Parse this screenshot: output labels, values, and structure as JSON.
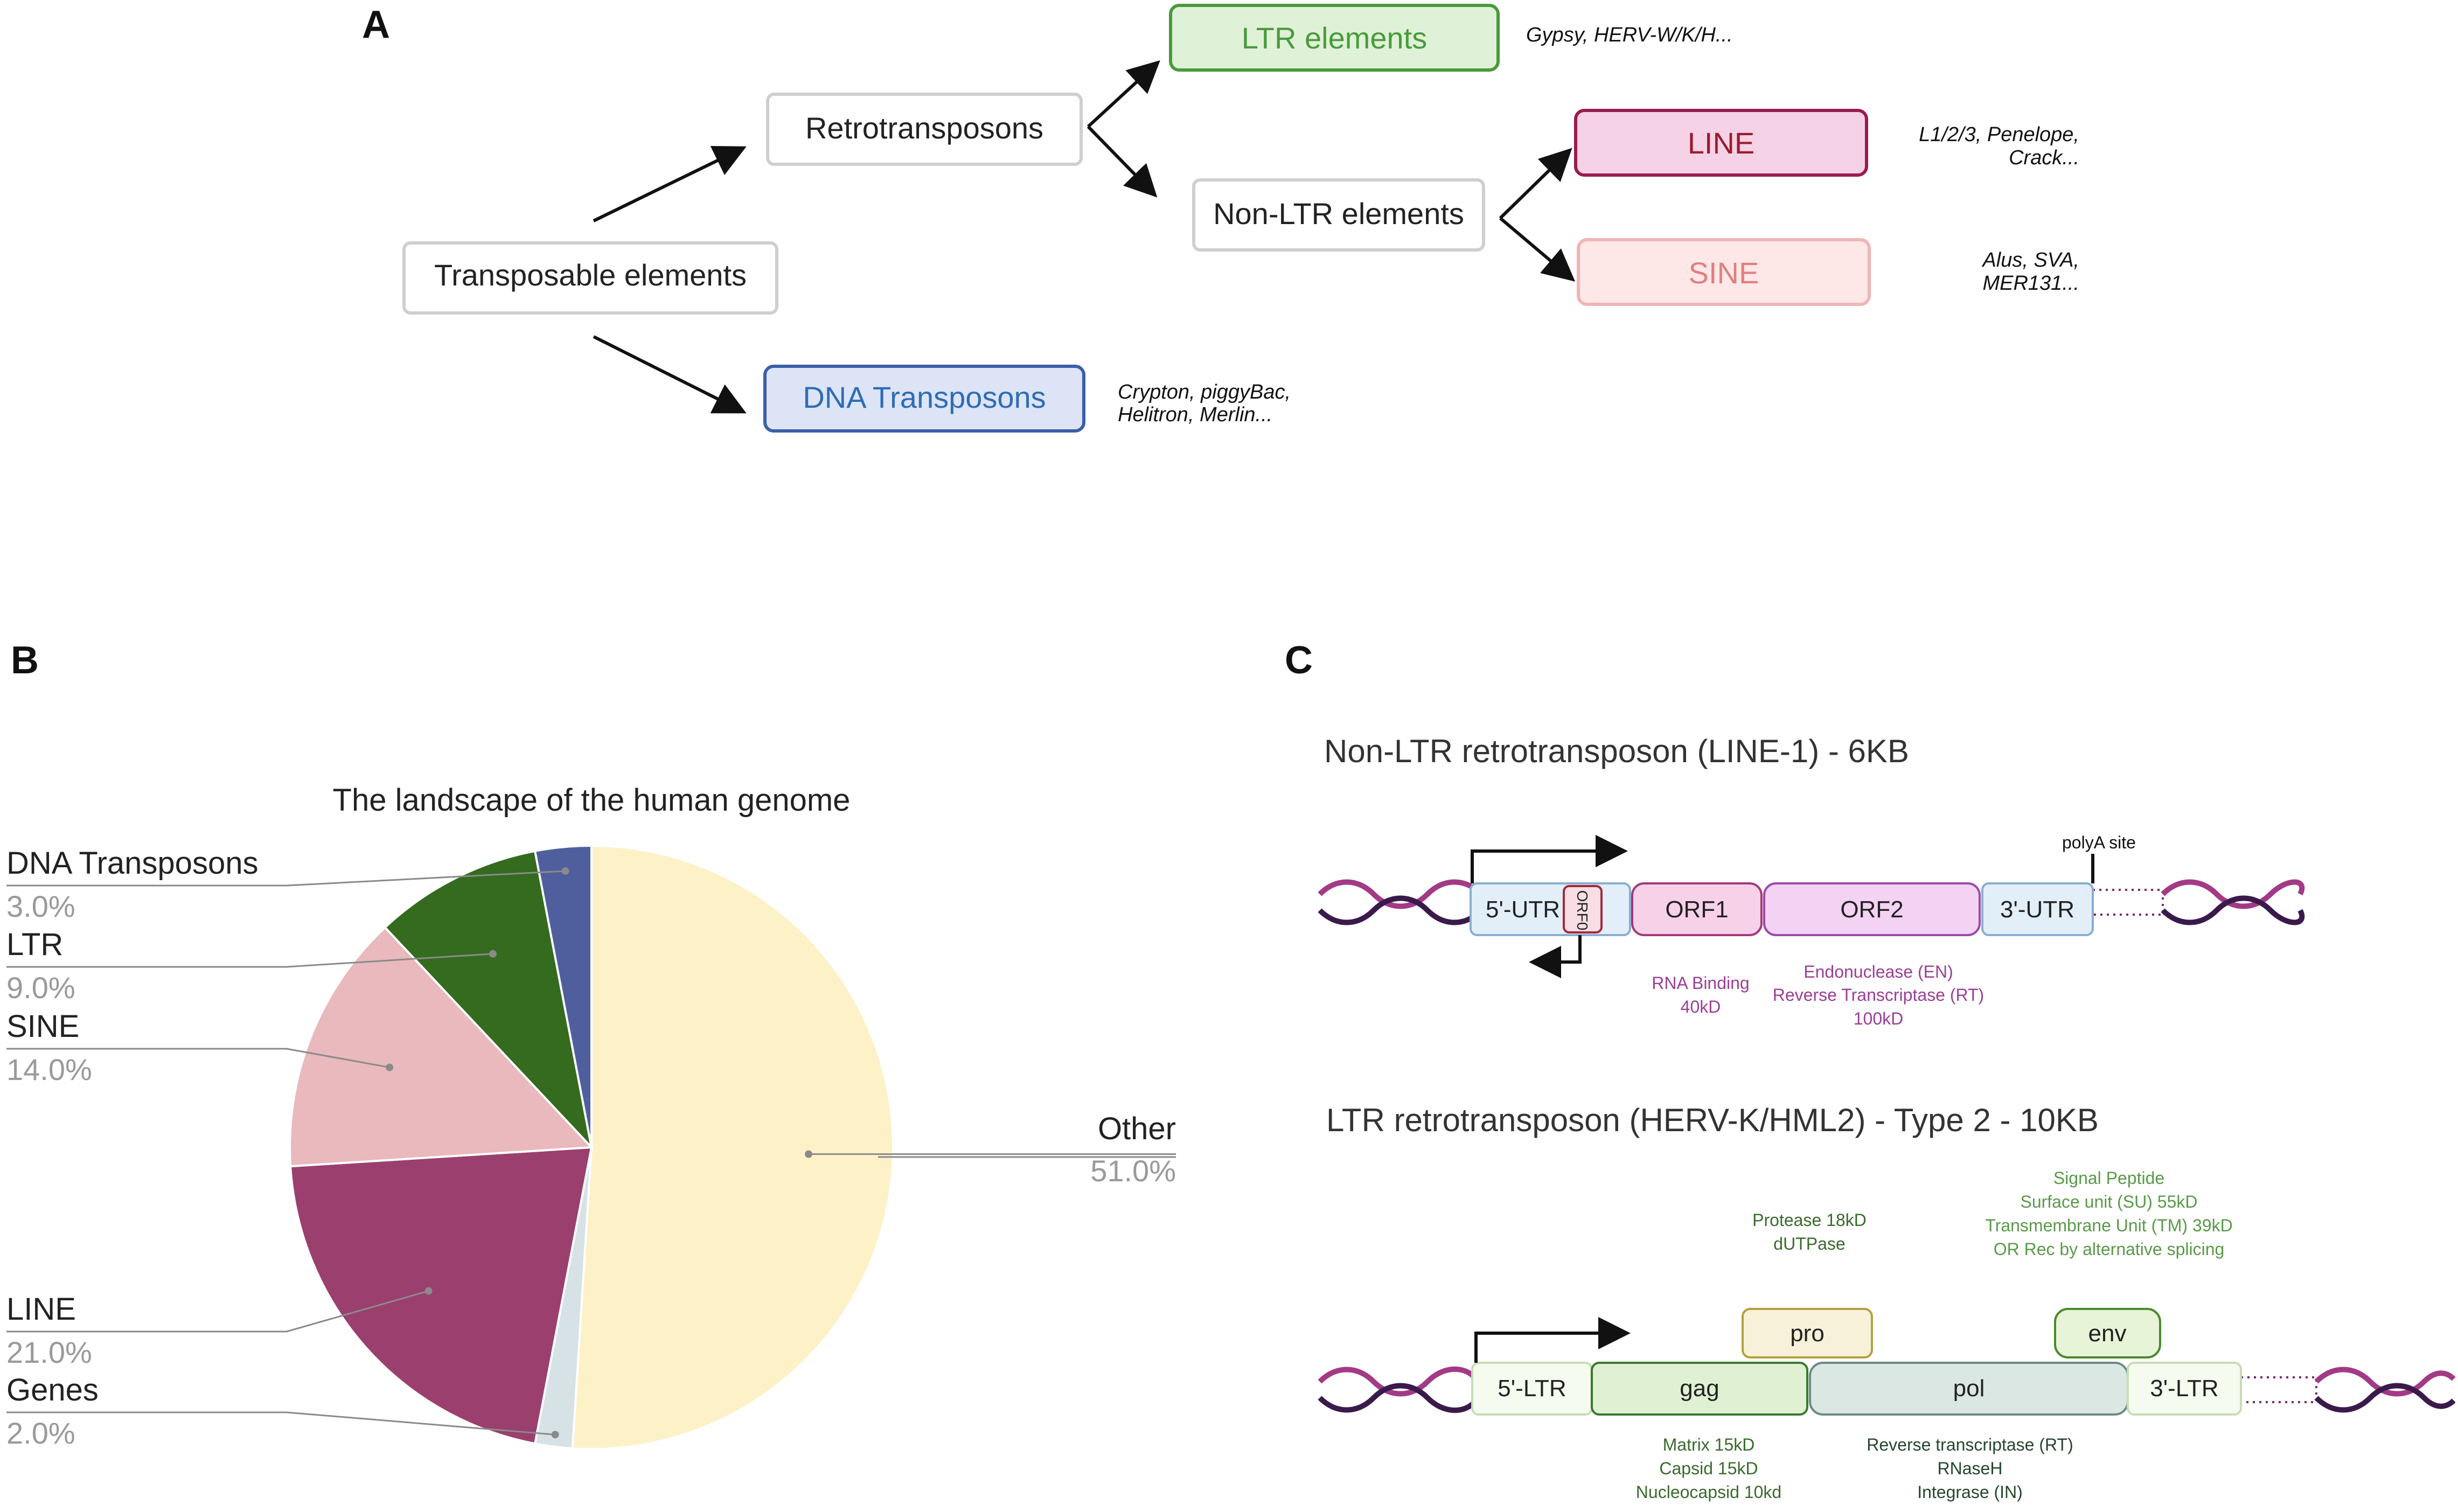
{
  "panel_labels": {
    "a": "A",
    "b": "B",
    "c": "C"
  },
  "panel_a": {
    "root": "Transposable  elements",
    "retrotransposons": "Retrotransposons",
    "dna_transposons": "DNA Transposons",
    "ltr_elements": "LTR elements",
    "non_ltr_elements": "Non-LTR elements",
    "line": "LINE",
    "sine": "SINE",
    "note_ltr": "Gypsy, HERV-W/K/H...",
    "note_line_1": "L1/2/3, Penelope,",
    "note_line_2": "Crack...",
    "note_sine_1": "Alus, SVA,",
    "note_sine_2": "MER131...",
    "note_dna_1": "Crypton, piggyBac,",
    "note_dna_2": "Helitron, Merlin...",
    "colors": {
      "ltr": "#4a9a3c",
      "line": "#9b1b2e",
      "sine": "#e08080",
      "dna": "#2e6db4"
    }
  },
  "panel_b": {
    "chart_data": {
      "type": "pie",
      "title": "The landscape of the human genome",
      "slices": [
        {
          "name": "Other",
          "value": 51.0,
          "label": "51.0%",
          "color": "#fdf1c8"
        },
        {
          "name": "Genes",
          "value": 2.0,
          "label": "2.0%",
          "color": "#d7e2e6"
        },
        {
          "name": "LINE",
          "value": 21.0,
          "label": "21.0%",
          "color": "#9b3f6e"
        },
        {
          "name": "SINE",
          "value": 14.0,
          "label": "14.0%",
          "color": "#e9b9bd"
        },
        {
          "name": "LTR",
          "value": 9.0,
          "label": "9.0%",
          "color": "#346b1f"
        },
        {
          "name": "DNA Transposons",
          "value": 3.0,
          "label": "3.0%",
          "color": "#4f5f9e"
        }
      ]
    }
  },
  "panel_c": {
    "line1": {
      "title": "Non-LTR retrotransposon (LINE-1) - 6KB",
      "polya": "polyA site",
      "utr5": "5'-UTR",
      "orf0": "ORF0",
      "orf1": "ORF1",
      "orf2": "ORF2",
      "utr3": "3'-UTR",
      "orf1_note_1": "RNA Binding",
      "orf1_note_2": "40kD",
      "orf2_note_1": "Endonuclease (EN)",
      "orf2_note_2": "Reverse Transcriptase (RT)",
      "orf2_note_3": "100kD"
    },
    "herv": {
      "title": "LTR retrotransposon (HERV-K/HML2) - Type 2 -  10KB",
      "ltr5": "5'-LTR",
      "gag": "gag",
      "pol": "pol",
      "ltr3": "3'-LTR",
      "pro": "pro",
      "env": "env",
      "pro_note_1": "Protease 18kD",
      "pro_note_2": "dUTPase",
      "env_note_1": "Signal Peptide",
      "env_note_2": "Surface unit (SU) 55kD",
      "env_note_3": "Transmembrane Unit (TM) 39kD",
      "env_note_4": "OR Rec by alternative splicing",
      "gag_note_1": "Matrix 15kD",
      "gag_note_2": "Capsid 15kD",
      "gag_note_3": "Nucleocapsid 10kd",
      "pol_note_1": "Reverse transcriptase (RT)",
      "pol_note_2": "RNaseH",
      "pol_note_3": "Integrase (IN)"
    }
  }
}
